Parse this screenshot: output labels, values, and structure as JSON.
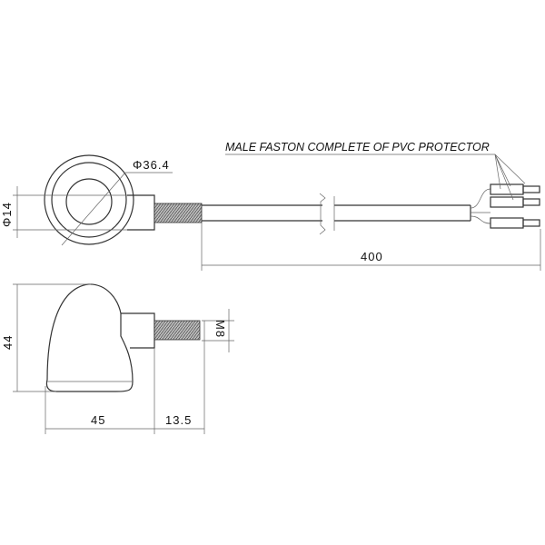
{
  "callout": "MALE FASTON COMPLETE OF PVC PROTECTOR",
  "dimensions": {
    "outer_diameter": "Φ36.4",
    "lens_diameter": "Φ14",
    "cable_length": "400",
    "height": "44",
    "body_length": "45",
    "thread_length": "13.5",
    "thread_size": "M8"
  }
}
